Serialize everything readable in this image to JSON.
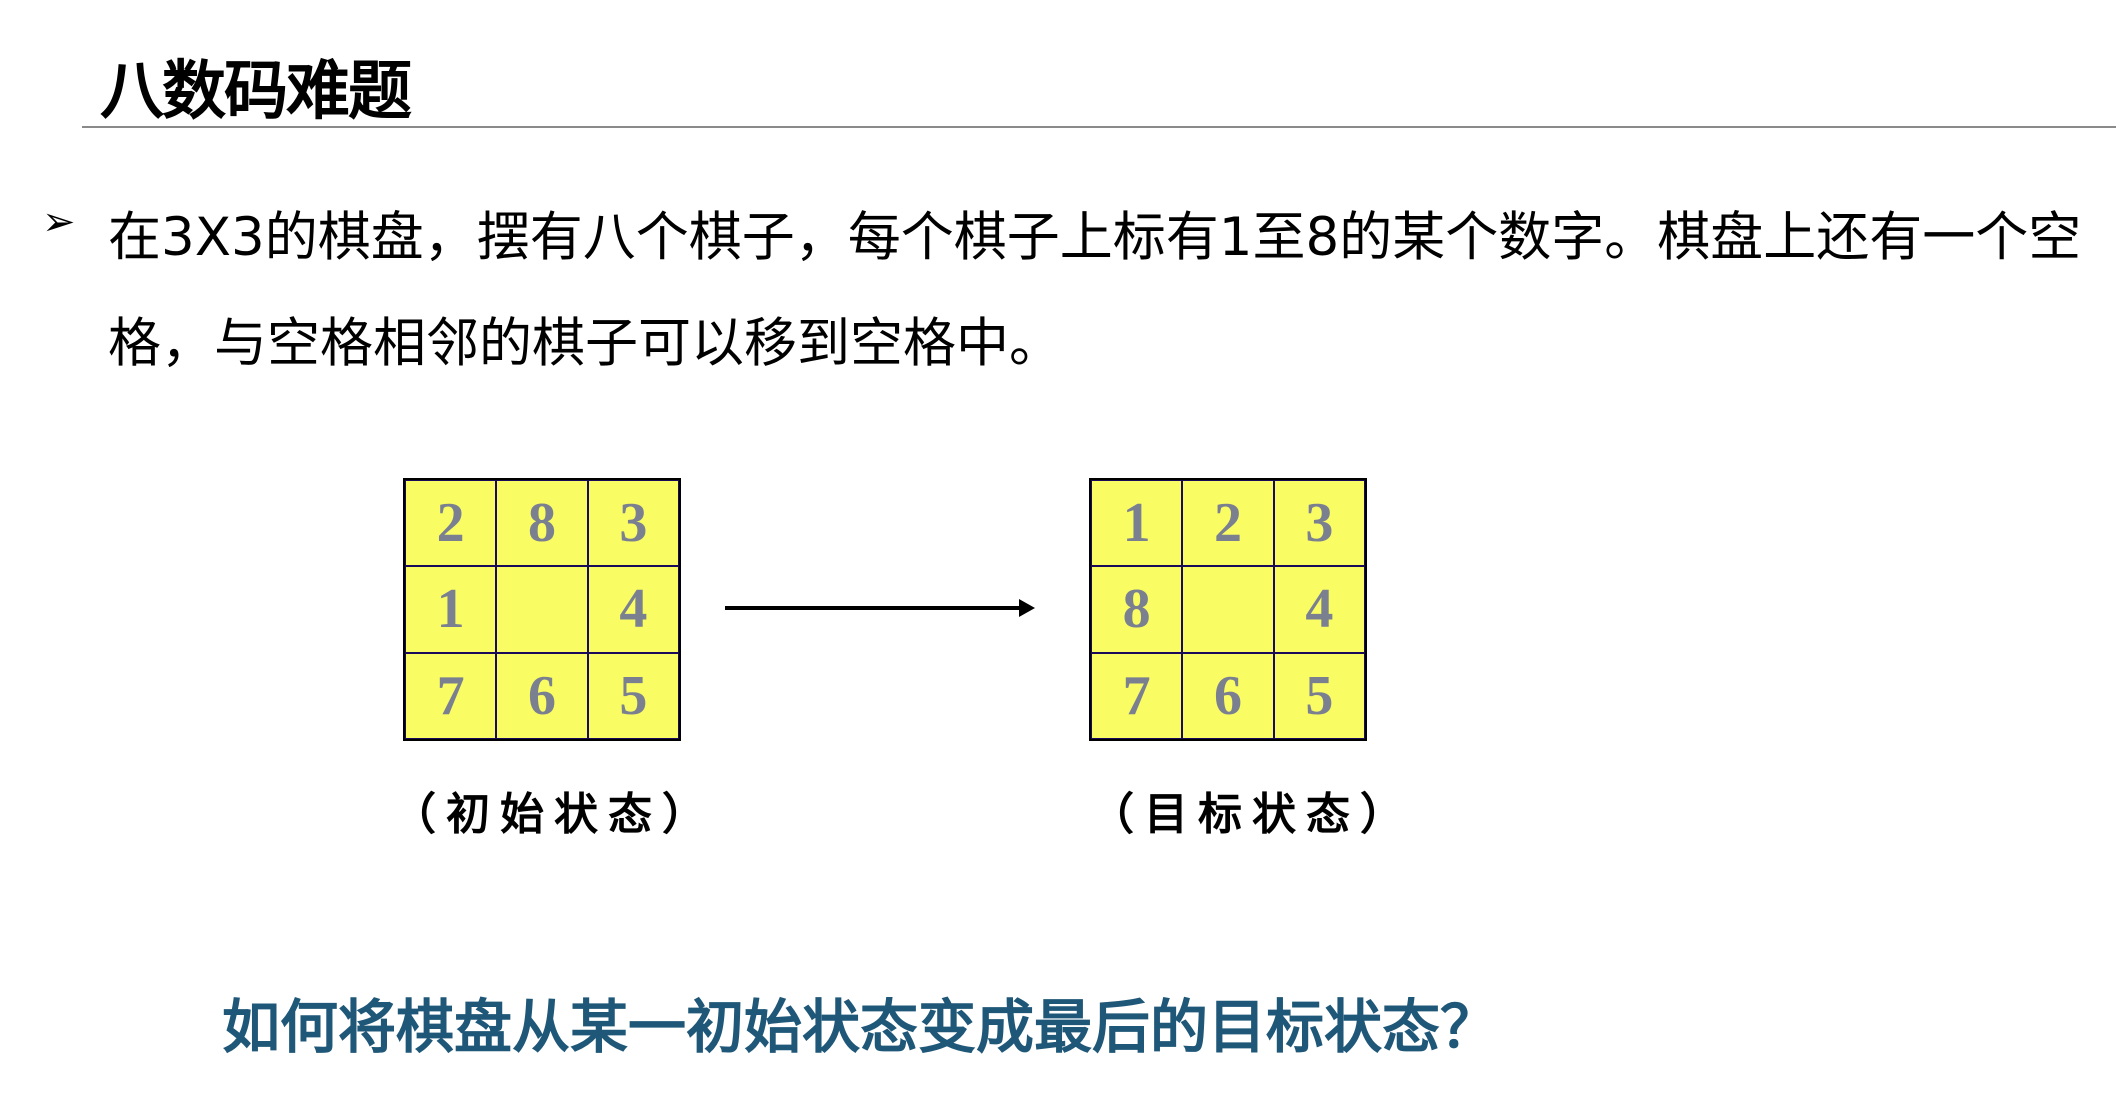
{
  "title": "八数码难题",
  "bullet": {
    "icon": "arrow-bullet-icon",
    "glyph": "➢",
    "text": "在3X3的棋盘，摆有八个棋子，每个棋子上标有1至8的某个数字。棋盘上还有一个空格，与空格相邻的棋子可以移到空格中。"
  },
  "boards": {
    "initial": {
      "cells": [
        "2",
        "8",
        "3",
        "1",
        "",
        "4",
        "7",
        "6",
        "5"
      ],
      "caption": "（初始状态）"
    },
    "goal": {
      "cells": [
        "1",
        "2",
        "3",
        "8",
        "",
        "4",
        "7",
        "6",
        "5"
      ],
      "caption": "（目标状态）"
    }
  },
  "question": "如何将棋盘从某一初始状态变成最后的目标状态？",
  "colors": {
    "tile": "#fafc64",
    "digit": "#7a8090",
    "question": "#1f5778"
  }
}
